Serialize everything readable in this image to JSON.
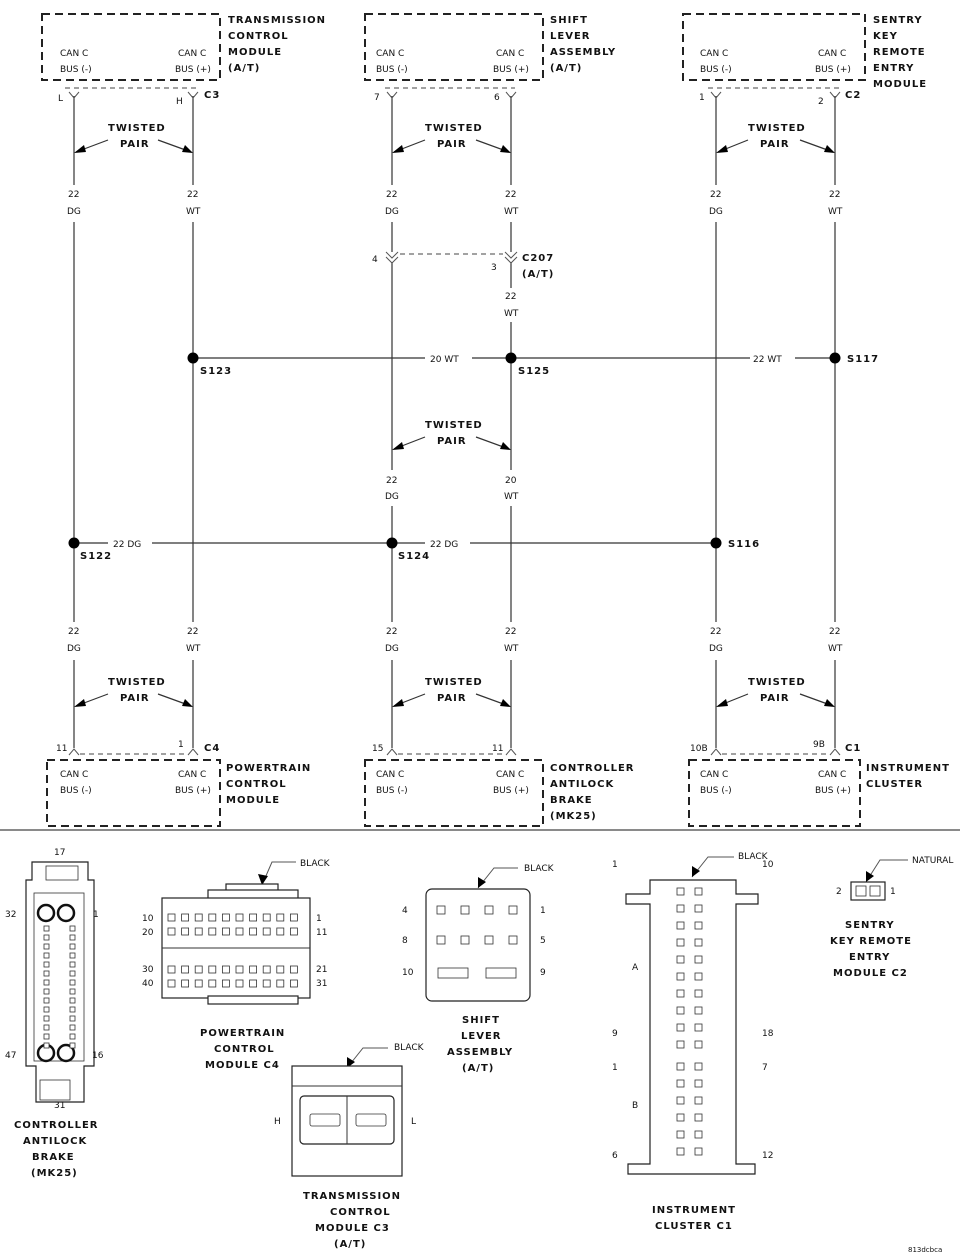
{
  "top_modules": [
    {
      "name_lines": [
        "TRANSMISSION",
        "CONTROL",
        "MODULE",
        "(A/T)"
      ],
      "pin_left": "CAN C\nBUS (-)",
      "pin_right": "CAN C\nBUS (+)",
      "connector": "C3",
      "cav_left": "L",
      "cav_right": "H"
    },
    {
      "name_lines": [
        "SHIFT",
        "LEVER",
        "ASSEMBLY",
        "(A/T)"
      ],
      "pin_left": "CAN C\nBUS (-)",
      "pin_right": "CAN C\nBUS (+)",
      "connector": "",
      "cav_left": "7",
      "cav_right": "6"
    },
    {
      "name_lines": [
        "SENTRY",
        "KEY",
        "REMOTE",
        "ENTRY",
        "MODULE"
      ],
      "pin_left": "CAN C\nBUS (-)",
      "pin_right": "CAN C\nBUS (+)",
      "connector": "C2",
      "cav_left": "1",
      "cav_right": "2"
    }
  ],
  "bottom_modules": [
    {
      "name_lines": [
        "POWERTRAIN",
        "CONTROL",
        "MODULE"
      ],
      "connector": "C4",
      "cav_left": "11",
      "cav_right": "1"
    },
    {
      "name_lines": [
        "CONTROLLER",
        "ANTILOCK",
        "BRAKE",
        "(MK25)"
      ],
      "connector": "",
      "cav_left": "15",
      "cav_right": "11"
    },
    {
      "name_lines": [
        "INSTRUMENT",
        "CLUSTER"
      ],
      "connector": "C1",
      "cav_left": "10B",
      "cav_right": "9B"
    }
  ],
  "can_labels": {
    "minus_1": "CAN C",
    "minus_2": "BUS (-)",
    "plus_1": "CAN C",
    "plus_2": "BUS (+)"
  },
  "twisted_pair": {
    "line1": "TWISTED",
    "line2": "PAIR"
  },
  "wire_gauge": {
    "g22": "22",
    "g20": "20"
  },
  "wire_color": {
    "dg": "DG",
    "wt": "WT"
  },
  "inline": {
    "connector": "C207",
    "note": "(A/T)",
    "cav_left": "4",
    "cav_right": "3"
  },
  "splices": {
    "s123": "S123",
    "s125": "S125",
    "s117": "S117",
    "s122": "S122",
    "s124": "S124",
    "s116": "S116"
  },
  "horiz_wires": {
    "top_left": "20 WT",
    "top_right": "22 WT",
    "mid_left": "22 DG",
    "mid_right": "22 DG"
  },
  "connector_views": {
    "abs": {
      "top_pin": "17",
      "left_pin": "32",
      "right_pin": "1",
      "bl_pin": "47",
      "br_pin": "16",
      "bottom_pin": "31",
      "label": [
        "CONTROLLER",
        "ANTILOCK",
        "BRAKE",
        "(MK25)"
      ]
    },
    "pcm": {
      "color": "BLACK",
      "r1l": "10",
      "r1r": "1",
      "r2l": "20",
      "r2r": "11",
      "r3l": "30",
      "r3r": "21",
      "r4l": "40",
      "r4r": "31",
      "label": [
        "POWERTRAIN",
        "CONTROL",
        "MODULE C4"
      ]
    },
    "shift": {
      "color": "BLACK",
      "p4": "4",
      "p1": "1",
      "p8": "8",
      "p5": "5",
      "p10": "10",
      "p9": "9",
      "label": [
        "SHIFT",
        "LEVER",
        "ASSEMBLY",
        "(A/T)"
      ]
    },
    "tcm": {
      "color": "BLACK",
      "h": "H",
      "l": "L",
      "label": [
        "TRANSMISSION",
        "CONTROL",
        "MODULE C3",
        "(A/T)"
      ]
    },
    "ic": {
      "color": "BLACK",
      "p1a": "1",
      "p10": "10",
      "a": "A",
      "p9": "9",
      "p18": "18",
      "p1b": "1",
      "p7": "7",
      "b": "B",
      "p6": "6",
      "p12": "12",
      "label": [
        "INSTRUMENT",
        "CLUSTER C1"
      ]
    },
    "skrem": {
      "color": "NATURAL",
      "p2": "2",
      "p1": "1",
      "label": [
        "SENTRY",
        "KEY REMOTE",
        "ENTRY",
        "MODULE C2"
      ]
    }
  },
  "figure_code": "813dcbca"
}
